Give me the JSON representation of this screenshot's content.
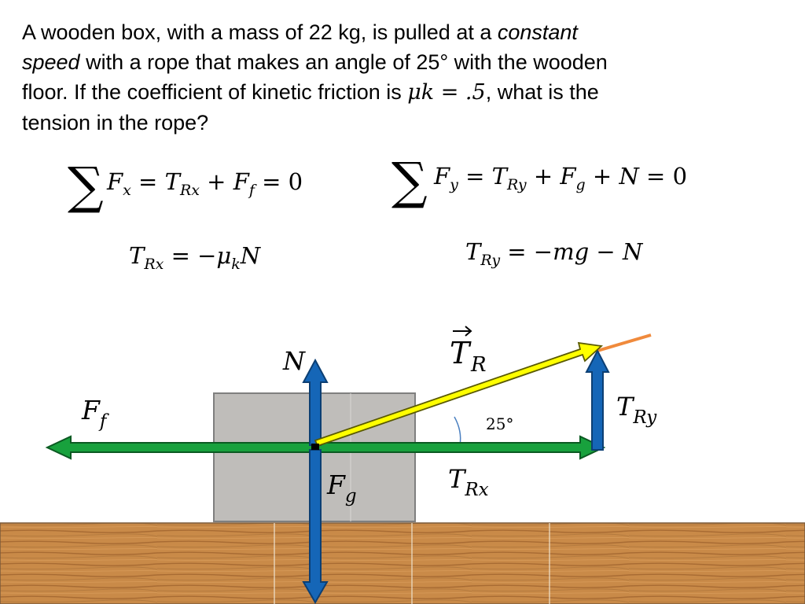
{
  "problem": {
    "line1_pre": "A wooden box, with a mass of 22 kg, is pulled at a ",
    "line1_em": "constant",
    "line2_em": "speed",
    "line2_post": " with a rope that makes an angle of 25° with the wooden",
    "line3_pre": "floor. If the coefficient of kinetic friction is ",
    "line3_math": "μk = .5",
    "line3_post": ", what is the",
    "line4": "tension in the rope?"
  },
  "equations": {
    "sum_symbol": "∑",
    "sum_x": "Fx = TRx + Ff = 0",
    "sum_y": "Fy = TRy + Fg + N = 0",
    "trx": "TRx = −μkN",
    "try": "TRy = −mg − N"
  },
  "diagram": {
    "label_normal": "N",
    "label_tension": "TR",
    "label_friction": "Ff",
    "label_gravity": "Fg",
    "label_trx": "TRx",
    "label_try": "TRy",
    "angle_label": "25°",
    "colors": {
      "green": "#18a13d",
      "blue": "#1566b7",
      "yellow": "#ffff00",
      "rope": "#f08a3c",
      "box": "#bfbdba",
      "floor": "#c98a48"
    }
  }
}
